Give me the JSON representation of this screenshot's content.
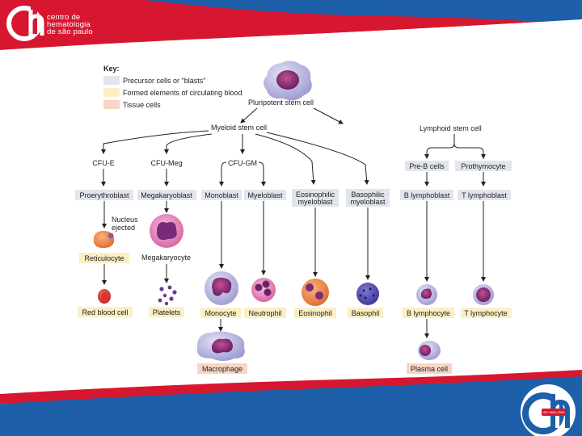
{
  "branding": {
    "logo_line1": "centro de",
    "logo_line2": "hematologia",
    "logo_line3": "de são paulo",
    "logo_mark": "ch",
    "badge_text": "ISO 9001:2008"
  },
  "colors": {
    "brand_red": "#d7172f",
    "brand_blue": "#1d5fa8",
    "precursor": "#e1e6ec",
    "circulating": "#fbefc4",
    "tissue": "#f6d6c4"
  },
  "key": {
    "title": "Key:",
    "items": [
      "Precursor cells or \"blasts\"",
      "Formed elements of circulating blood",
      "Tissue cells"
    ]
  },
  "labels": {
    "pluripotent": "Pluripotent stem cell",
    "myeloid": "Myeloid stem cell",
    "lymphoid": "Lymphoid stem cell",
    "cfu_e": "CFU-E",
    "cfu_meg": "CFU-Meg",
    "cfu_gm": "CFU-GM",
    "pre_b": "Pre-B cells",
    "prothymocyte": "Prothymocyte",
    "proerythroblast": "Proerythroblast",
    "megakaryoblast": "Megakaryoblast",
    "monoblast": "Monoblast",
    "myeloblast": "Myeloblast",
    "eosinophilic_1": "Eosinophilic",
    "eosinophilic_2": "myeloblast",
    "basophilic_1": "Basophilic",
    "basophilic_2": "myeloblast",
    "b_lymphoblast": "B lymphoblast",
    "t_lymphoblast": "T lymphoblast",
    "nucleus_1": "Nucleus",
    "nucleus_2": "ejected",
    "reticulocyte": "Reticulocyte",
    "megakaryocyte": "Megakaryocyte",
    "red_blood_cell": "Red blood cell",
    "platelets": "Platelets",
    "monocyte": "Monocyte",
    "neutrophil": "Neutrophil",
    "eosinophil": "Eosinophil",
    "basophil": "Basophil",
    "b_lymphocyte": "B lymphocyte",
    "t_lymphocyte": "T lymphocyte",
    "macrophage": "Macrophage",
    "plasma_cell": "Plasma cell"
  }
}
